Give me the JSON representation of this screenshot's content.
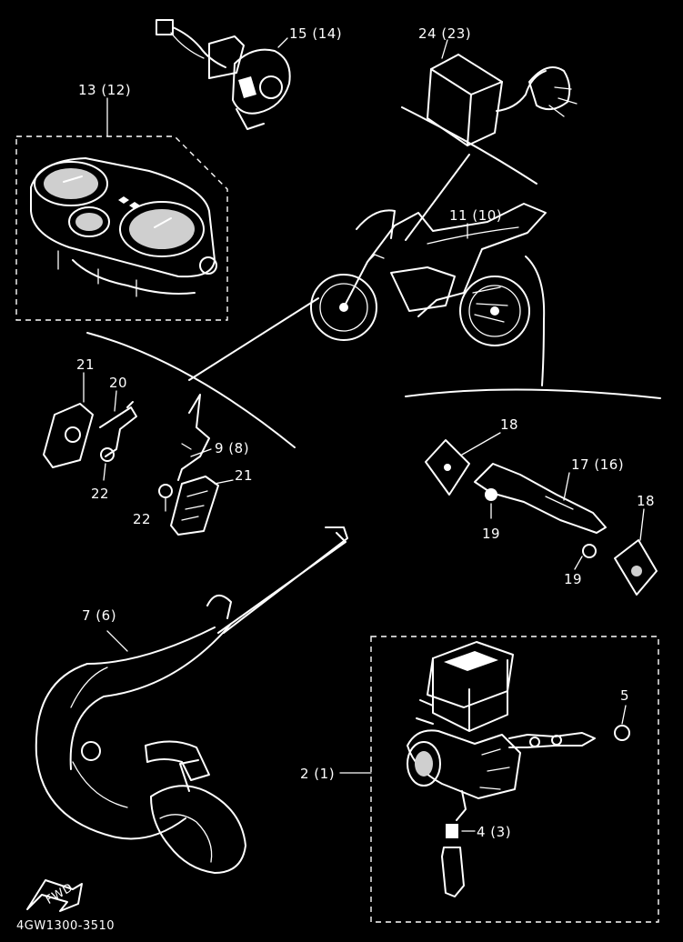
{
  "labels": {
    "p15": "15 (14)",
    "p24": "24 (23)",
    "p13": "13 (12)",
    "p11": "11 (10)",
    "p21a": "21",
    "p20": "20",
    "p22a": "22",
    "p9": "9 (8)",
    "p21b": "21",
    "p22b": "22",
    "p18a": "18",
    "p17": "17 (16)",
    "p19a": "19",
    "p18b": "18",
    "p19b": "19",
    "p7": "7 (6)",
    "p5": "5",
    "p2": "2 (1)",
    "p4": "4 (3)"
  },
  "footer": {
    "code": "4GW1300-3510",
    "fwd": "FWD"
  },
  "colors": {
    "background": "#000000",
    "ink": "#ffffff"
  }
}
